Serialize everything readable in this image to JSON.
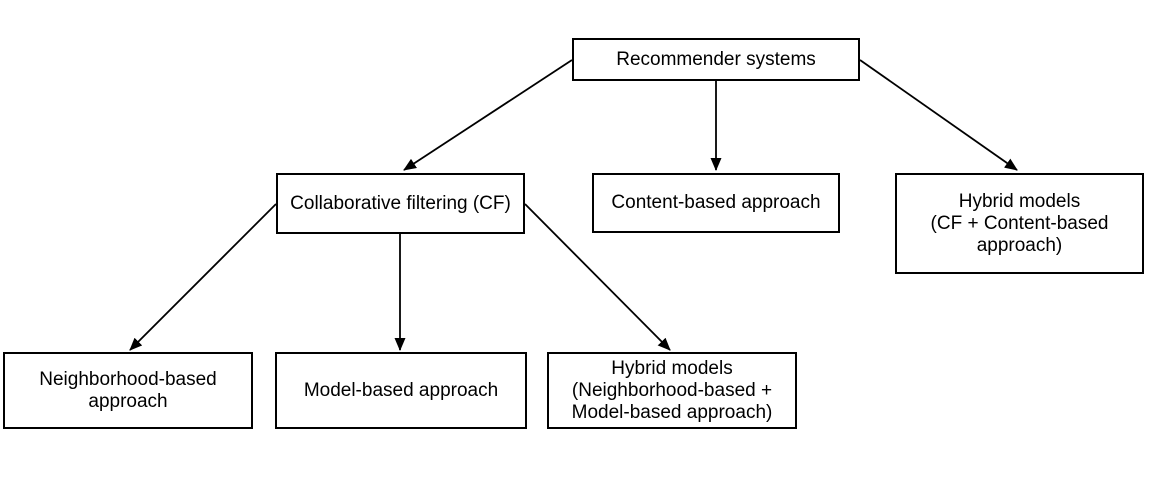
{
  "diagram": {
    "nodes": {
      "recommender": {
        "label": "Recommender systems"
      },
      "collaborative_filtering": {
        "label": "Collaborative filtering (CF)"
      },
      "content_based": {
        "label": "Content-based approach"
      },
      "hybrid_cf_content": {
        "label": "Hybrid models\n(CF + Content-based\napproach)"
      },
      "neighborhood_based": {
        "label": "Neighborhood-based\napproach"
      },
      "model_based": {
        "label": "Model-based approach"
      },
      "hybrid_nb_model": {
        "label": "Hybrid models\n(Neighborhood-based +\nModel-based approach)"
      }
    },
    "edges": [
      {
        "from": "recommender",
        "to": "collaborative_filtering"
      },
      {
        "from": "recommender",
        "to": "content_based"
      },
      {
        "from": "recommender",
        "to": "hybrid_cf_content"
      },
      {
        "from": "collaborative_filtering",
        "to": "neighborhood_based"
      },
      {
        "from": "collaborative_filtering",
        "to": "model_based"
      },
      {
        "from": "collaborative_filtering",
        "to": "hybrid_nb_model"
      }
    ],
    "colors": {
      "background": "#ffffff",
      "box_fill": "#ffffff",
      "box_border": "#000000",
      "arrow": "#000000",
      "text": "#000000"
    }
  }
}
